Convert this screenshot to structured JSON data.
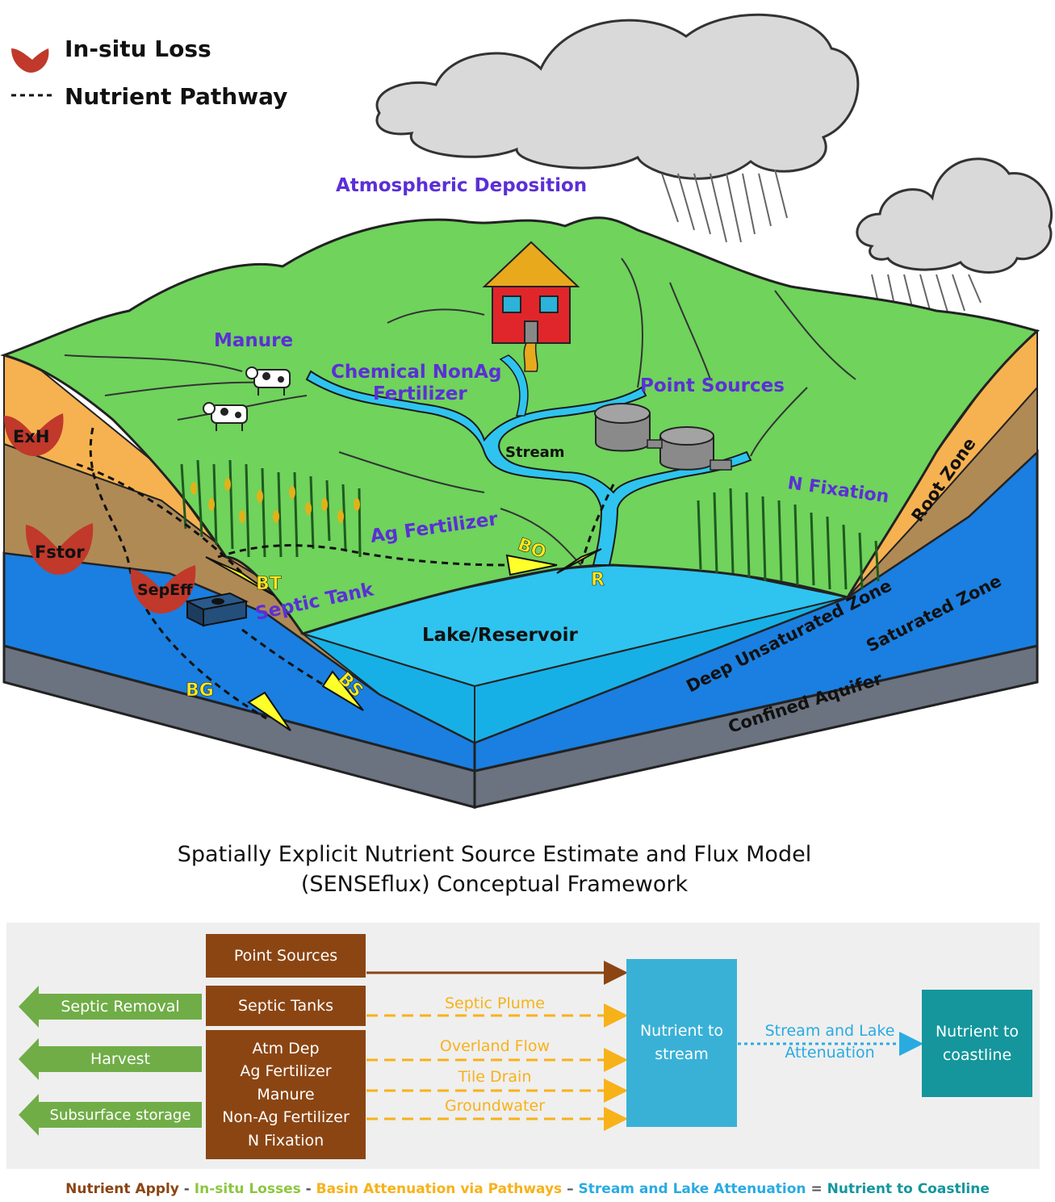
{
  "legend": {
    "in_situ_loss": "In-situ Loss",
    "nutrient_pathway": "Nutrient Pathway"
  },
  "diagram_labels": {
    "atmospheric_deposition": "Atmospheric Deposition",
    "manure": "Manure",
    "chemical_nonag_line1": "Chemical NonAg",
    "chemical_nonag_line2": "Fertilizer",
    "point_sources": "Point Sources",
    "stream": "Stream",
    "n_fixation": "N Fixation",
    "root_zone": "Root Zone",
    "ag_fertilizer": "Ag Fertilizer",
    "septic_tank": "Septic Tank",
    "lake_reservoir": "Lake/Reservoir",
    "deep_unsaturated_zone": "Deep Unsaturated Zone",
    "saturated_zone": "Saturated Zone",
    "confined_aquifer": "Confined Aquifer",
    "exh": "ExH",
    "fstor": "Fstor",
    "sepeff": "SepEff",
    "bt": "BT",
    "bo": "BO",
    "r": "R",
    "bs": "BS",
    "bg": "BG"
  },
  "title": {
    "line1": "Spatially Explicit Nutrient Source Estimate and Flux Model",
    "line2": "(SENSEflux) Conceptual Framework"
  },
  "flow": {
    "point_sources": "Point Sources",
    "septic_tanks": "Septic Tanks",
    "apply_lines": [
      "Atm Dep",
      "Ag Fertilizer",
      "Manure",
      "Non-Ag Fertilizer",
      "N Fixation"
    ],
    "septic_removal": "Septic Removal",
    "harvest": "Harvest",
    "subsurface_storage": "Subsurface storage",
    "septic_plume": "Septic Plume",
    "overland_flow": "Overland Flow",
    "tile_drain": "Tile Drain",
    "groundwater": "Groundwater",
    "nutrient_to_stream": "Nutrient to stream",
    "stream_lake_attenuation": "Stream and Lake Attenuation",
    "nutrient_to_coastline": "Nutrient to coastline"
  },
  "bottom_legend": {
    "apply": "Nutrient Apply",
    "sep1": " - ",
    "losses": "In-situ Losses",
    "sep2": " - ",
    "basin": "Basin Attenuation via Pathways",
    "sep3": " – ",
    "stream_lake": "Stream and Lake Attenuation",
    "sep4": " = ",
    "coastline": "Nutrient to Coastline"
  },
  "colors": {
    "label_purple": "#5b2fd6",
    "loss_red": "#c0392b",
    "apply_brown": "#8b4513",
    "loss_green": "#8dc63f",
    "basin_yellow": "#f7b21a",
    "stream_blue": "#29abe2",
    "coast_teal": "#14969c"
  }
}
